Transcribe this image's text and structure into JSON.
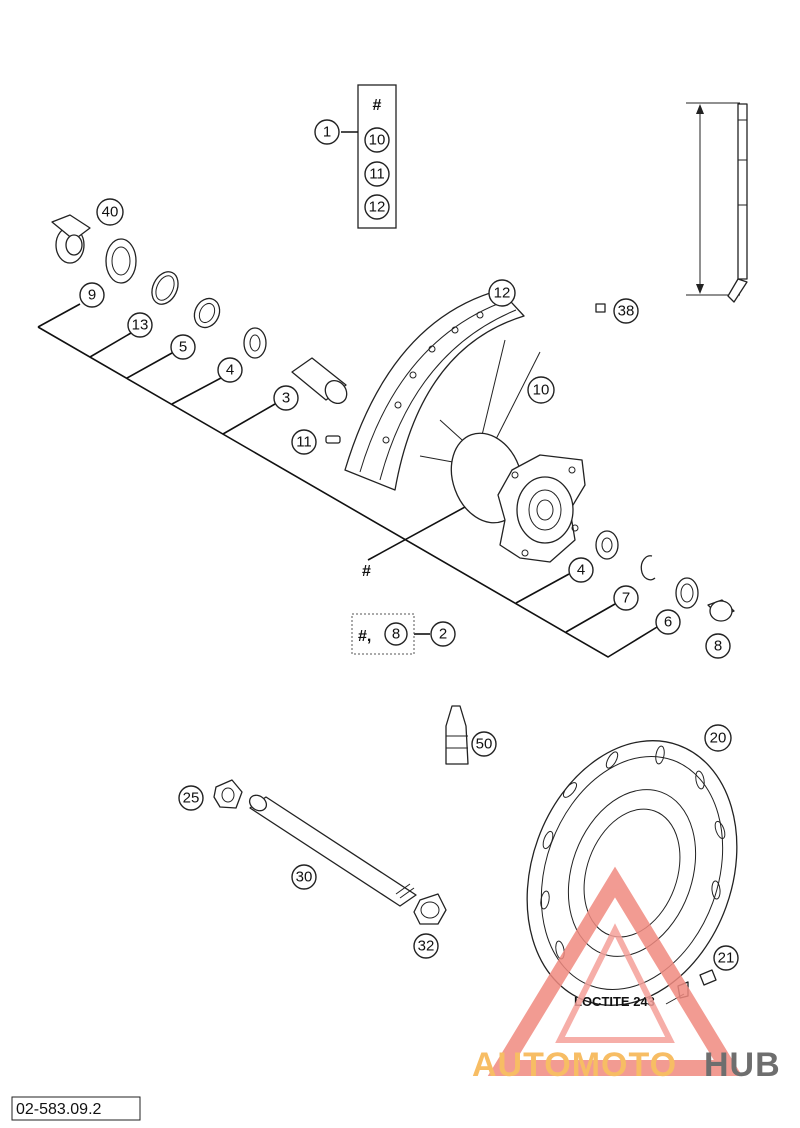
{
  "diagram": {
    "doc_code": "02-583.09.2",
    "hash_mark": "#",
    "loctite_label": "LOCTITE 243",
    "kit_note": "#,",
    "kit_note_ref": "8",
    "set_group": {
      "callout": "1",
      "header": "#",
      "items": [
        "10",
        "11",
        "12"
      ]
    },
    "callouts": {
      "c40": "40",
      "c9": "9",
      "c13": "13",
      "c5": "5",
      "c4a": "4",
      "c3": "3",
      "c11": "11",
      "c12": "12",
      "c10": "10",
      "c38": "38",
      "c4b": "4",
      "c7": "7",
      "c6": "6",
      "c8": "8",
      "c2": "2",
      "c50": "50",
      "c20": "20",
      "c25": "25",
      "c30": "30",
      "c32": "32",
      "c21": "21"
    }
  },
  "watermark": {
    "part1": "AUTOMOTO",
    "part2": "HUB",
    "color_light": "#f5a09a",
    "color_orange": "#f6b24a",
    "color_dark": "#555555"
  }
}
